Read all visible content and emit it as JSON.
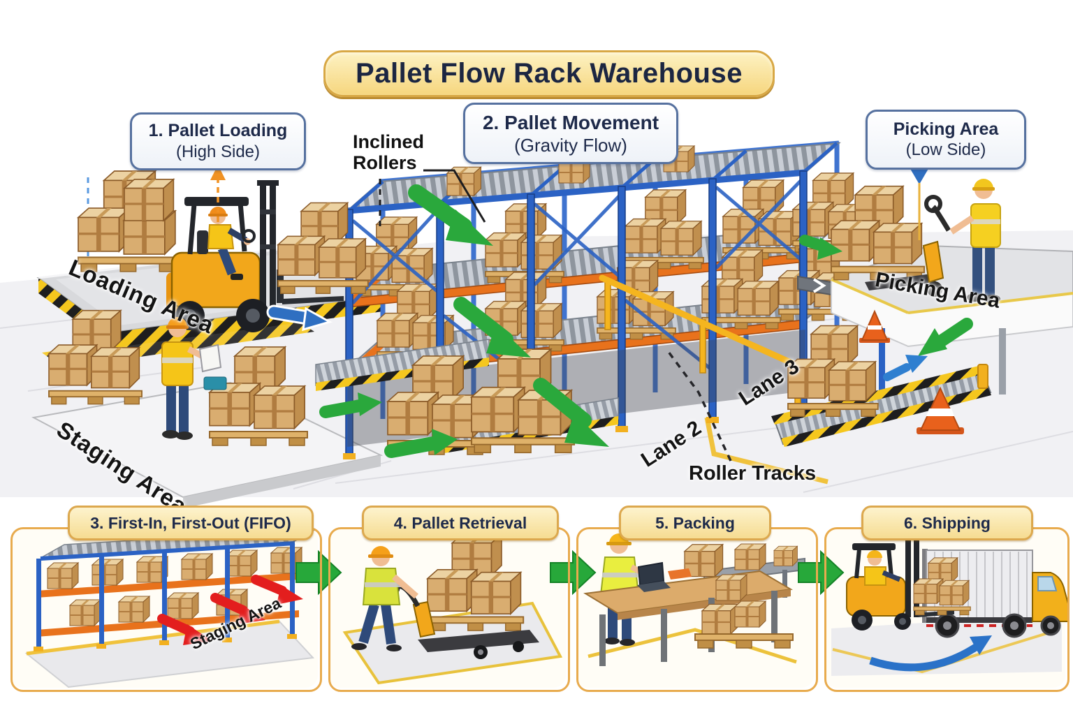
{
  "title": "Pallet Flow Rack Warehouse",
  "callouts": {
    "pallet_loading": {
      "title": "1. Pallet Loading",
      "subtitle": "(High Side)"
    },
    "pallet_movement": {
      "title": "2. Pallet Movement",
      "subtitle": "(Gravity Flow)"
    },
    "picking_area": {
      "title": "Picking Area",
      "subtitle": "(Low Side)"
    }
  },
  "labels": {
    "inclined_rollers": "Inclined Rollers",
    "loading_area": "Loading Area",
    "staging_area": "Staging Area",
    "picking_area": "Picking Area",
    "lane_2": "Lane 2",
    "lane_3": "Lane 3",
    "roller_tracks": "Roller Tracks"
  },
  "panels": [
    {
      "id": "fifo",
      "title": "3. First-In, First-Out (FIFO)",
      "floor_label": "Staging Area"
    },
    {
      "id": "pallet-retrieval",
      "title": "4. Pallet Retrieval"
    },
    {
      "id": "packing",
      "title": "5. Packing"
    },
    {
      "id": "shipping",
      "title": "6. Shipping"
    }
  ],
  "colors": {
    "flow_arrow_green": "#2aa83c",
    "direction_arrow_blue": "#2f6fc1",
    "fifo_arrow_red": "#e31e1e",
    "callout_arrow_orange": "#f09224",
    "rack_upright_blue": "#2b62c4",
    "rack_beam_orange": "#e8721c",
    "hazard_yellow": "#f5c71e",
    "panel_border_gold": "#e8ab4e",
    "banner_gold": "#f6d67e",
    "text_navy": "#1e2a4a"
  }
}
